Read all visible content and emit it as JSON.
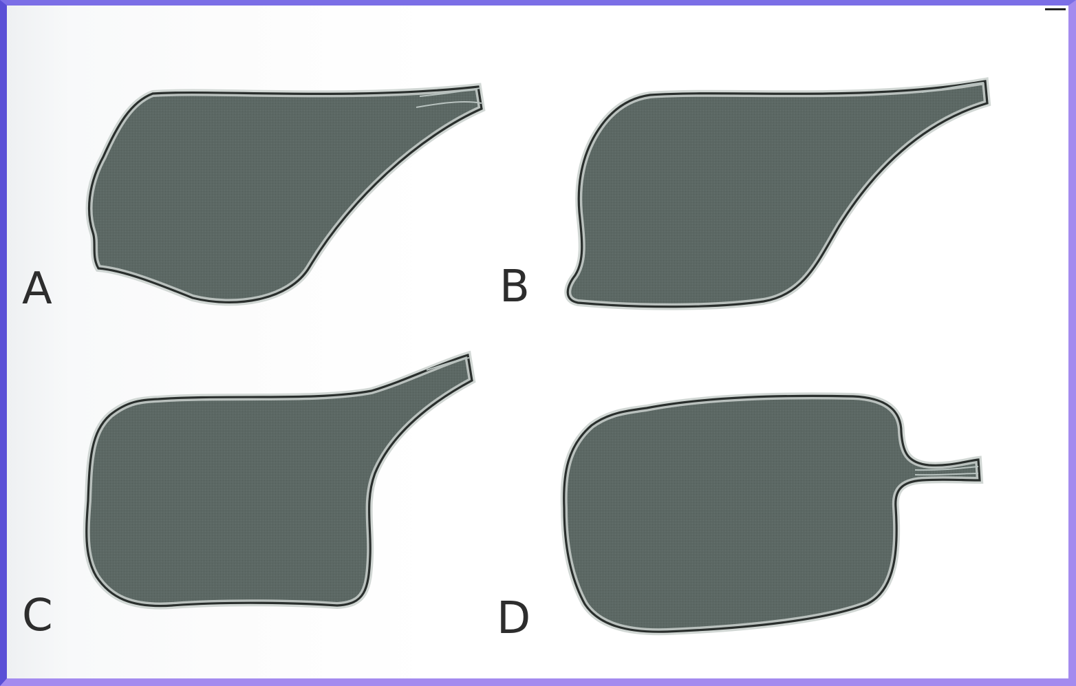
{
  "figure": {
    "panels": [
      {
        "id": "A",
        "label": "A"
      },
      {
        "id": "B",
        "label": "B"
      },
      {
        "id": "C",
        "label": "C"
      },
      {
        "id": "D",
        "label": "D"
      }
    ]
  },
  "colors": {
    "frame_border": "#7b6ee6",
    "shape_fill": "#5c6864",
    "shape_outline": "#2a2f2d",
    "label_text": "#2d2d2d"
  }
}
